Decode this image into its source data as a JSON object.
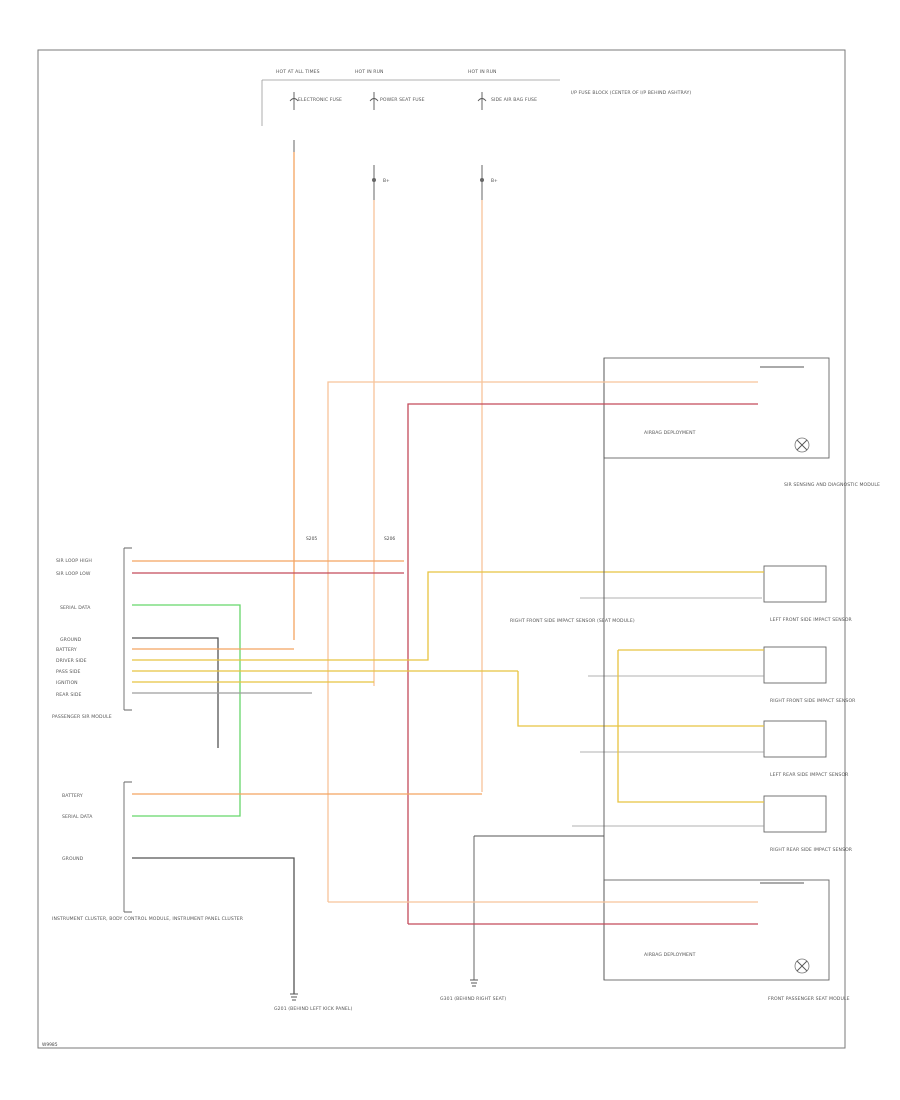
{
  "title": "",
  "colors": {
    "orange": "#f3a561",
    "light_orange": "#f7c49a",
    "red": "#c44a5a",
    "yellow": "#e8c440",
    "green": "#66d66a",
    "gray": "#555555",
    "light_gray": "#9e9e9e"
  },
  "labels": {
    "fuse_panel_1": "HOT AT ALL TIMES",
    "fuse_panel_2": "HOT IN RUN",
    "fuse_panel_3": "HOT IN RUN",
    "fuse_1_name": "ELECTRONIC FUSE",
    "fuse_2_name": "POWER SEAT FUSE",
    "fuse_3_name": "SIDE AIR BAG FUSE",
    "ipj_block": "I/P FUSE BLOCK (CENTER OF I/P BEHIND ASHTRAY)",
    "s1": "S205",
    "s2": "S206",
    "driver_module": "SIR SENSING AND DIAGNOSTIC MODULE",
    "pass_module": "PASSENGER SIR MODULE",
    "left_front_sensor": "LEFT FRONT SIDE IMPACT SENSOR",
    "right_front_sensor": "RIGHT FRONT SIDE IMPACT SENSOR",
    "left_rear_sensor": "LEFT REAR SIDE IMPACT SENSOR",
    "right_rear_sensor": "RIGHT REAR SIDE IMPACT SENSOR",
    "ground_1": "G201 (BEHIND LEFT KICK PANEL)",
    "ground_2": "G301 (BEHIND RIGHT SEAT)",
    "pass_seat_module": "FRONT PASSENGER SEAT MODULE",
    "inst_cluster": "INSTRUMENT CLUSTER, BODY CONTROL MODULE, INSTRUMENT PANEL CLUSTER",
    "side_note": "RIGHT FRONT SIDE IMPACT SENSOR (SEAT MODULE)",
    "footer": "W9985"
  }
}
